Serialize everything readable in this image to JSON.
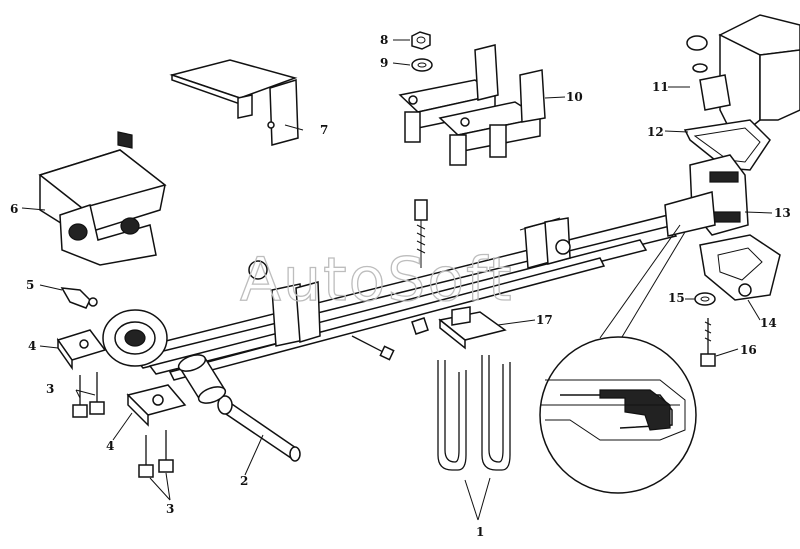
{
  "watermark": "AutoSoft",
  "callouts": {
    "c1": "1",
    "c2": "2",
    "c3a": "3",
    "c3b": "3",
    "c4a": "4",
    "c4b": "4",
    "c5": "5",
    "c6": "6",
    "c7": "7",
    "c8": "8",
    "c9": "9",
    "c10": "10",
    "c11": "11",
    "c12": "12",
    "c13": "13",
    "c14": "14",
    "c15": "15",
    "c16": "16",
    "c17": "17"
  }
}
